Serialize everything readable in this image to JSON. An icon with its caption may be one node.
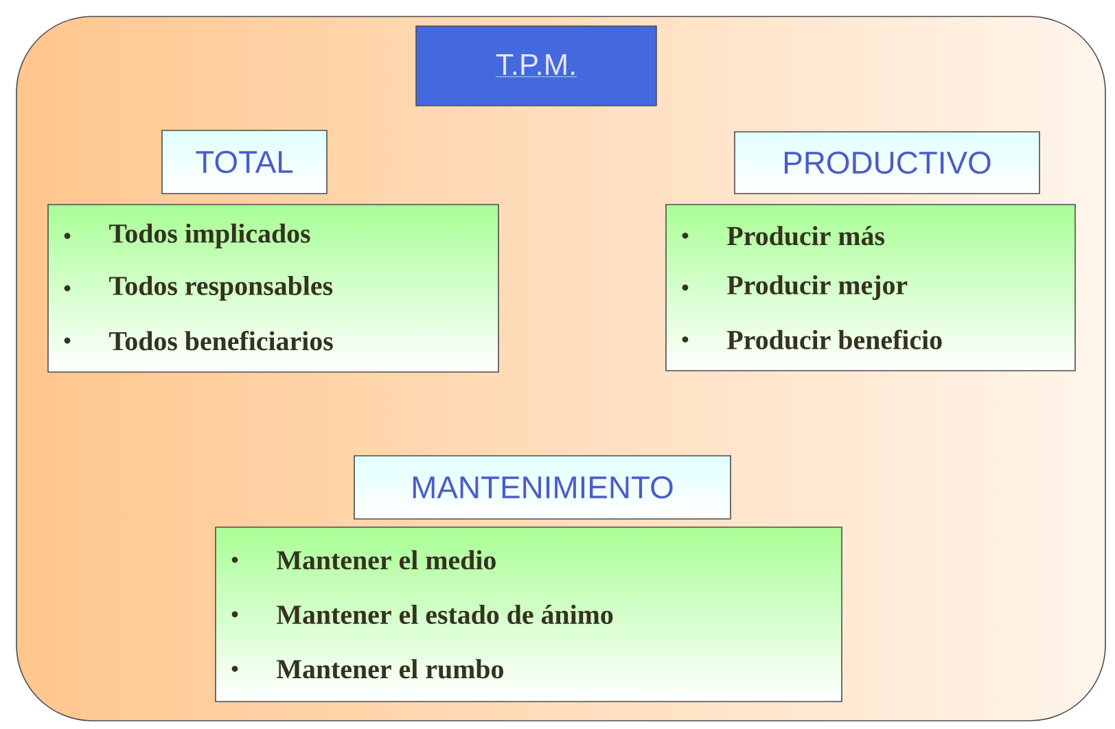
{
  "diagram": {
    "nodes": [
      {
        "text": [
          "T.P.M."
        ]
      },
      {
        "text": [
          "TOTAL"
        ]
      },
      {
        "text": [
          "Todos implicados",
          "Todos responsables",
          "Todos beneficiarios"
        ]
      },
      {
        "text": [
          "PRODUCTIVO"
        ]
      },
      {
        "text": [
          "Producir más",
          "Producir mejor",
          "Producir beneficio"
        ]
      },
      {
        "text": [
          "MANTENIMIENTO"
        ]
      },
      {
        "text": [
          "Mantener el medio",
          "Mantener el estado de ánimo",
          "Mantener el rumbo"
        ]
      }
    ],
    "edges": []
  }
}
